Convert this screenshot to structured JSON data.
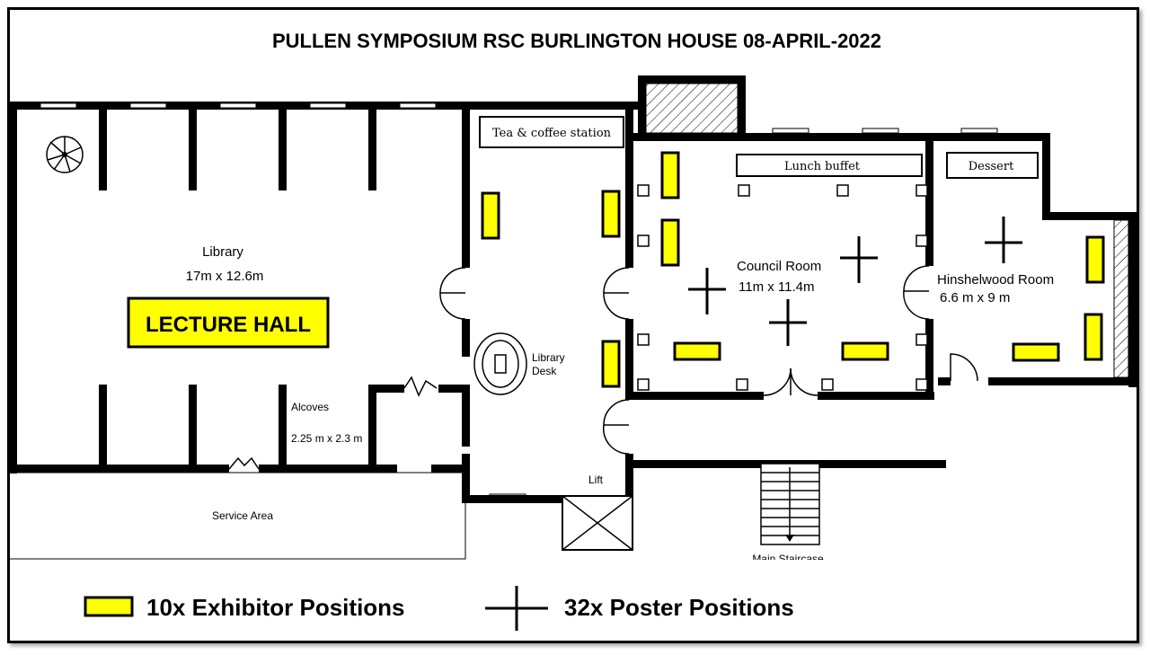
{
  "title": "PULLEN SYMPOSIUM  RSC  BURLINGTON HOUSE  08-APRIL-2022",
  "rooms": {
    "library": {
      "name": "Library",
      "size": "17m x 12.6m"
    },
    "lecture_hall": "LECTURE HALL",
    "alcoves": {
      "name": "Alcoves",
      "size": "2.25 m x 2.3 m"
    },
    "service_area": "Service Area",
    "tea_coffee": "Tea & coffee station",
    "library_desk": {
      "line1": "Library",
      "line2": "Desk"
    },
    "lift": "Lift",
    "lunch_buffet": "Lunch buffet",
    "council_room": {
      "name": "Council Room",
      "size": "11m x 11.4m"
    },
    "dessert": "Dessert",
    "hinshelwood_room": {
      "name": "Hinshelwood Room",
      "size": "6.6 m x 9 m"
    },
    "main_staircase": "Main Staircase"
  },
  "legend": {
    "exhibitor": "10x Exhibitor Positions",
    "poster": "32x Poster Positions"
  },
  "colors": {
    "exhibitor": "#ffff00",
    "walls": "#000000",
    "background": "#ffffff"
  },
  "icons": [
    "spiral-staircase-icon",
    "desk-icon",
    "lift-shaft-icon",
    "stairs-icon"
  ]
}
